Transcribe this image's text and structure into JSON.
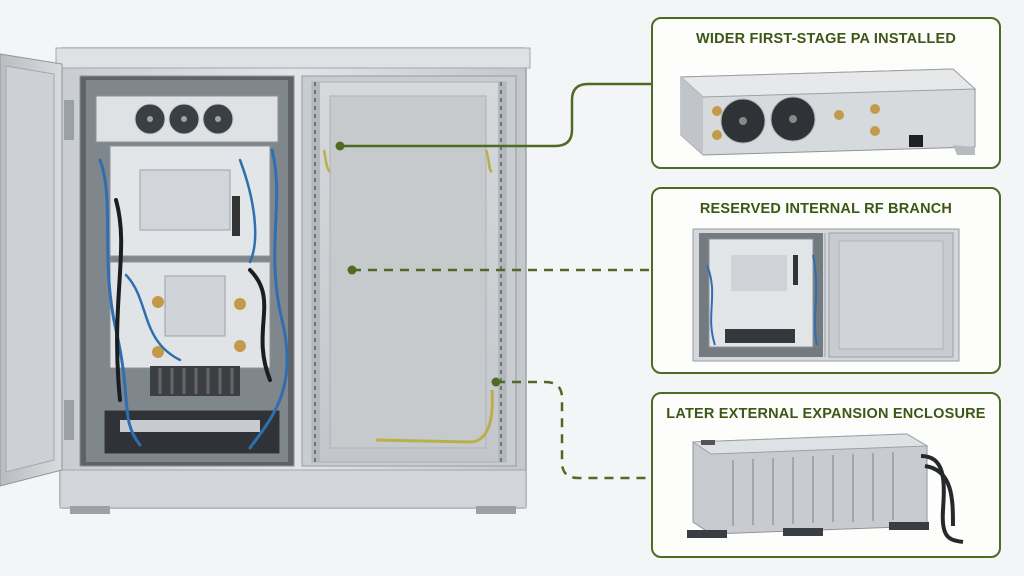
{
  "colors": {
    "accent": "#4f6a22",
    "title_text": "#3d5716",
    "cabinet": "#d4d8dc",
    "background": "#f3f5f7",
    "cable_blue": "#2f6fb0"
  },
  "callouts": [
    {
      "title": "WIDER FIRST-STAGE PA INSTALLED",
      "connector_style": "solid"
    },
    {
      "title": "RESERVED INTERNAL RF BRANCH",
      "connector_style": "dashed"
    },
    {
      "title": "LATER EXTERNAL EXPANSION ENCLOSURE",
      "connector_style": "dashed"
    }
  ]
}
